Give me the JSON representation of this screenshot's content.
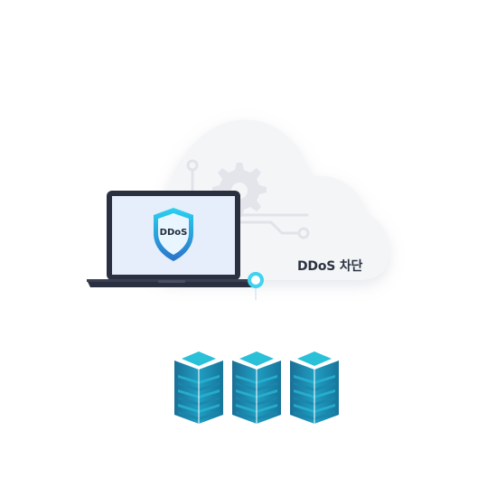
{
  "diagram": {
    "cloud_label": "DDoS 차단",
    "shield_label": "DDoS",
    "server_count": 3,
    "colors": {
      "cloud": "#f3f4f6",
      "laptop_frame": "#2b3040",
      "screen": "#e6edfb",
      "shield_outer": "#2aa9e0",
      "shield_inner": "#eaf6ff",
      "connector": "#3fd3f0",
      "server_top": "#2ac0d8",
      "server_body": "#1c8fb5",
      "server_dark": "#136a91"
    },
    "icons": [
      "cloud-icon",
      "gear-icon",
      "laptop-icon",
      "shield-icon",
      "server-icon"
    ]
  }
}
